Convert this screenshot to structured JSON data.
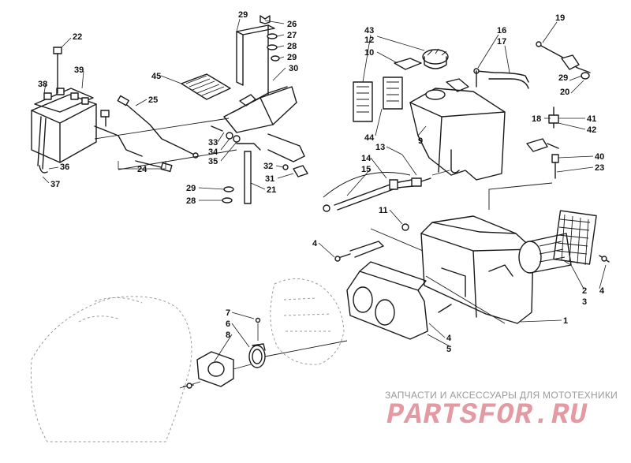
{
  "watermark": {
    "caption": "ЗАПЧАСТИ И АКСЕССУАРЫ ДЛЯ МОТОТЕХНИКИ",
    "logo": "PARTSFOR.RU"
  },
  "callouts": [
    {
      "id": "22",
      "label": "22"
    },
    {
      "id": "38",
      "label": "38"
    },
    {
      "id": "39",
      "label": "39"
    },
    {
      "id": "36",
      "label": "36"
    },
    {
      "id": "37",
      "label": "37"
    },
    {
      "id": "25",
      "label": "25"
    },
    {
      "id": "24",
      "label": "24"
    },
    {
      "id": "45",
      "label": "45"
    },
    {
      "id": "29a",
      "label": "29"
    },
    {
      "id": "26",
      "label": "26"
    },
    {
      "id": "27",
      "label": "27"
    },
    {
      "id": "28a",
      "label": "28"
    },
    {
      "id": "29b",
      "label": "29"
    },
    {
      "id": "30",
      "label": "30"
    },
    {
      "id": "33",
      "label": "33"
    },
    {
      "id": "34",
      "label": "34"
    },
    {
      "id": "35",
      "label": "35"
    },
    {
      "id": "32",
      "label": "32"
    },
    {
      "id": "31",
      "label": "31"
    },
    {
      "id": "21",
      "label": "21"
    },
    {
      "id": "29c",
      "label": "29"
    },
    {
      "id": "28b",
      "label": "28"
    },
    {
      "id": "43",
      "label": "43"
    },
    {
      "id": "12",
      "label": "12"
    },
    {
      "id": "10",
      "label": "10"
    },
    {
      "id": "44",
      "label": "44"
    },
    {
      "id": "9",
      "label": "9"
    },
    {
      "id": "13",
      "label": "13"
    },
    {
      "id": "14",
      "label": "14"
    },
    {
      "id": "15",
      "label": "15"
    },
    {
      "id": "16",
      "label": "16"
    },
    {
      "id": "17",
      "label": "17"
    },
    {
      "id": "19",
      "label": "19"
    },
    {
      "id": "29d",
      "label": "29"
    },
    {
      "id": "20",
      "label": "20"
    },
    {
      "id": "18",
      "label": "18"
    },
    {
      "id": "41",
      "label": "41"
    },
    {
      "id": "42",
      "label": "42"
    },
    {
      "id": "40",
      "label": "40"
    },
    {
      "id": "23",
      "label": "23"
    },
    {
      "id": "11",
      "label": "11"
    },
    {
      "id": "4a",
      "label": "4"
    },
    {
      "id": "2",
      "label": "2"
    },
    {
      "id": "3",
      "label": "3"
    },
    {
      "id": "4b",
      "label": "4"
    },
    {
      "id": "1",
      "label": "1"
    },
    {
      "id": "7",
      "label": "7"
    },
    {
      "id": "6",
      "label": "6"
    },
    {
      "id": "8",
      "label": "8"
    },
    {
      "id": "4c",
      "label": "4"
    },
    {
      "id": "5",
      "label": "5"
    }
  ]
}
